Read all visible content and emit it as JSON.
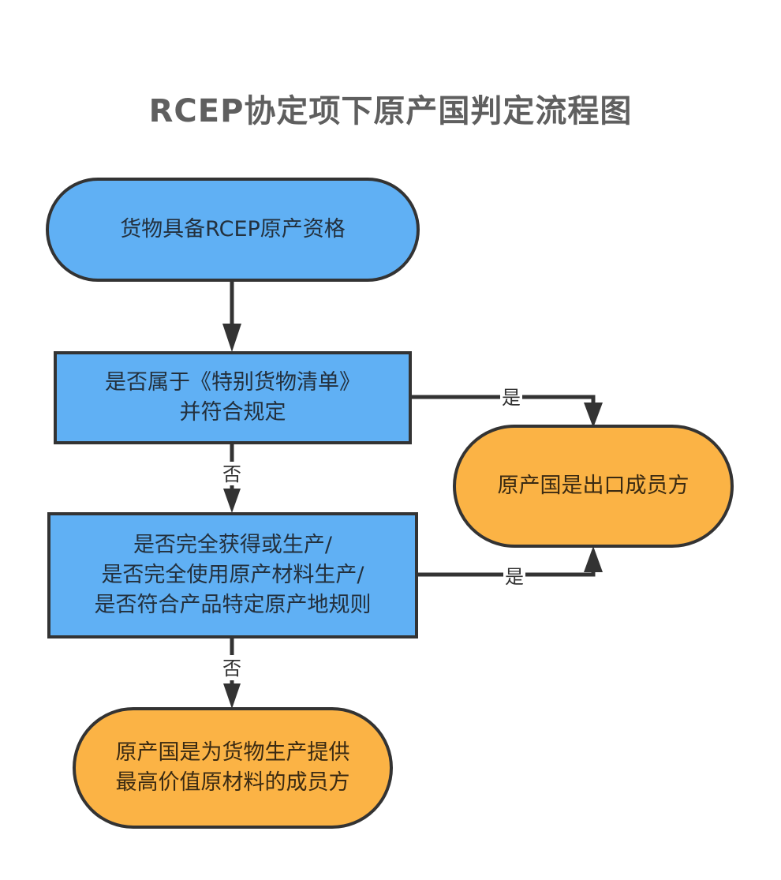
{
  "title": "RCEP协定项下原产国判定流程图",
  "colors": {
    "process_fill": "#60b0f4",
    "terminal_result_fill": "#fbb345",
    "stroke": "#333333",
    "title_text": "#5f5f5f"
  },
  "nodes": {
    "start": {
      "lines": [
        "货物具备RCEP原产资格"
      ]
    },
    "q1": {
      "lines": [
        "是否属于《特别货物清单》",
        "并符合规定"
      ]
    },
    "q2": {
      "lines": [
        "是否完全获得或生产/",
        "是否完全使用原产材料生产/",
        "是否符合产品特定原产地规则"
      ]
    },
    "result_export": {
      "lines": [
        "原产国是出口成员方"
      ]
    },
    "result_material": {
      "lines": [
        "原产国是为货物生产提供",
        "最高价值原材料的成员方"
      ]
    }
  },
  "edges": {
    "start_to_q1": "",
    "q1_yes": "是",
    "q1_no": "否",
    "q2_yes": "是",
    "q2_no": "否"
  }
}
